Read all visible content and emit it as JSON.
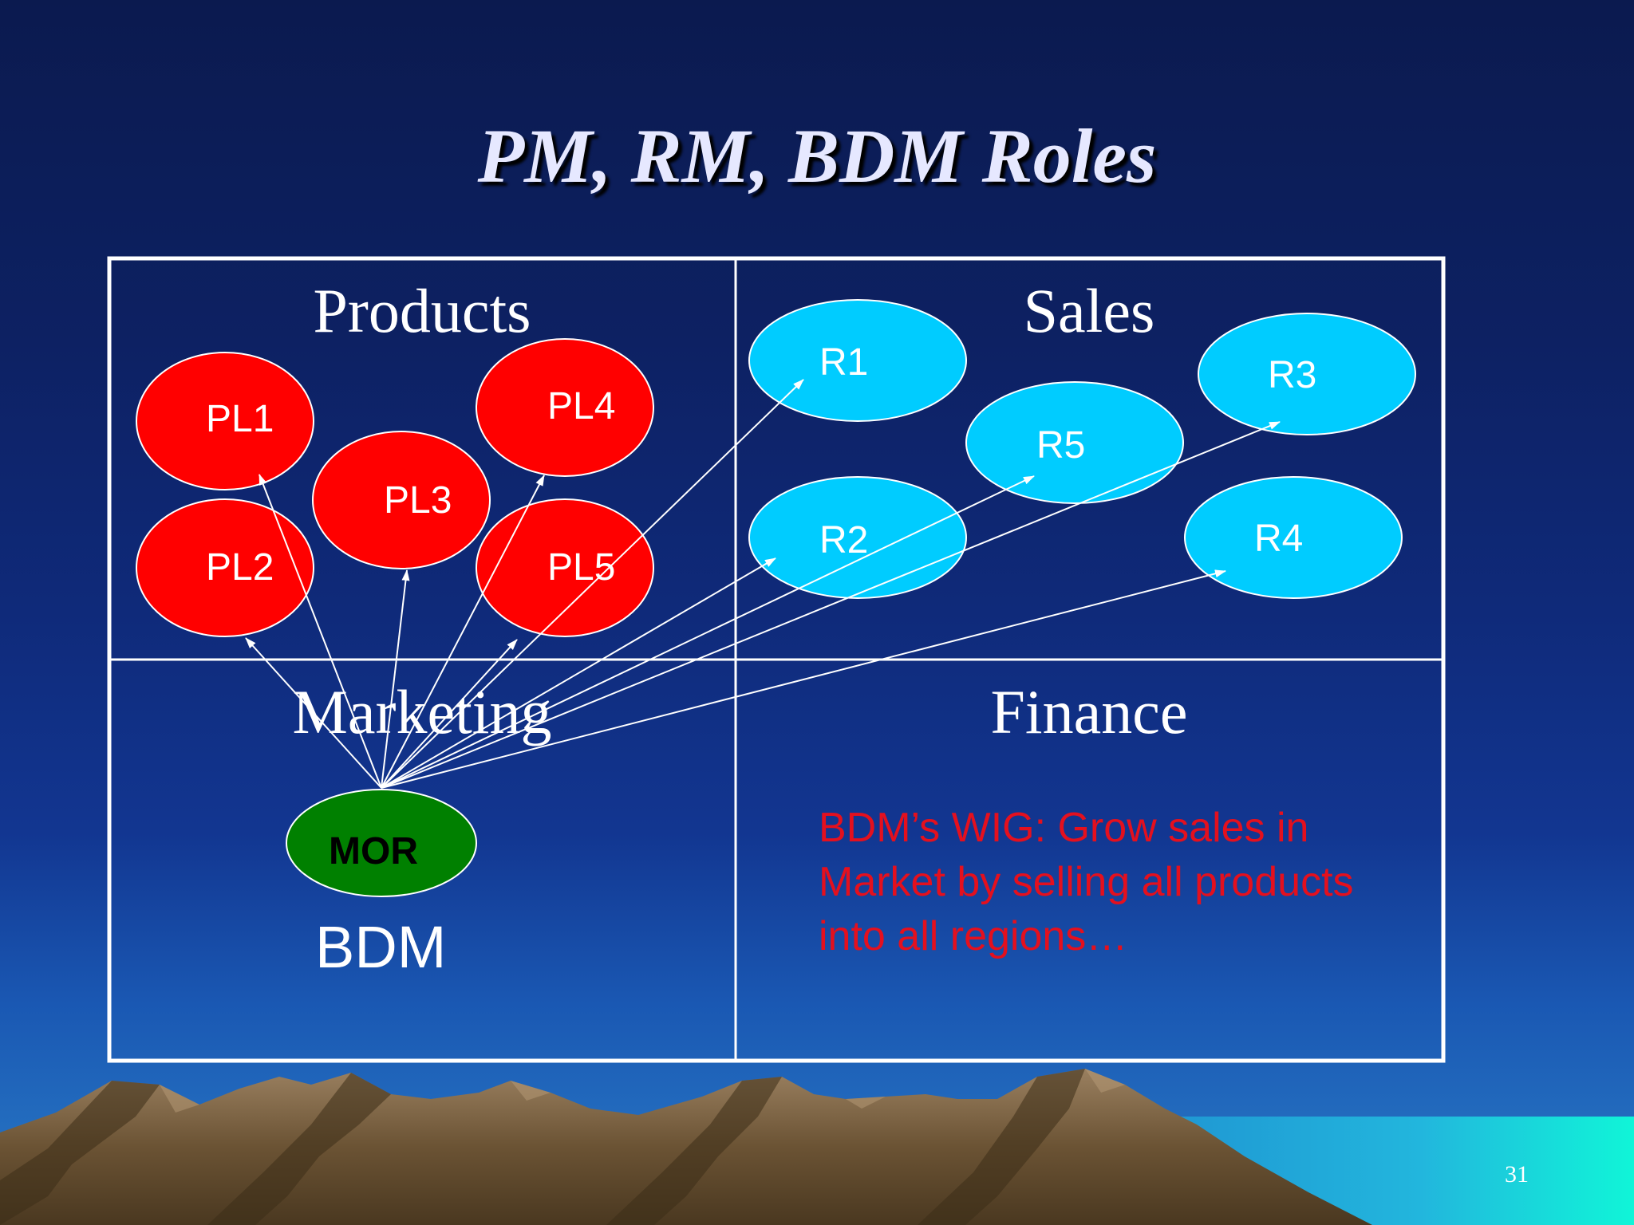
{
  "slide": {
    "title": "PM, RM, BDM Roles",
    "page_number": "31"
  },
  "quadrants": {
    "products": "Products",
    "sales": "Sales",
    "marketing": "Marketing",
    "finance": "Finance"
  },
  "product_lines": [
    "PL1",
    "PL2",
    "PL3",
    "PL4",
    "PL5"
  ],
  "regions": [
    "R1",
    "R2",
    "R3",
    "R4",
    "R5"
  ],
  "hub": {
    "label": "MOR",
    "role": "BDM"
  },
  "wig_text": "BDM’s WIG: Grow sales in Market by selling all products into all regions…",
  "colors": {
    "product_fill": "#ff0000",
    "region_fill": "#00ccff",
    "hub_fill": "#008000",
    "wig_text": "#e4101e",
    "grid_line": "#ffffff"
  },
  "icons": [
    "mountain-landscape"
  ]
}
